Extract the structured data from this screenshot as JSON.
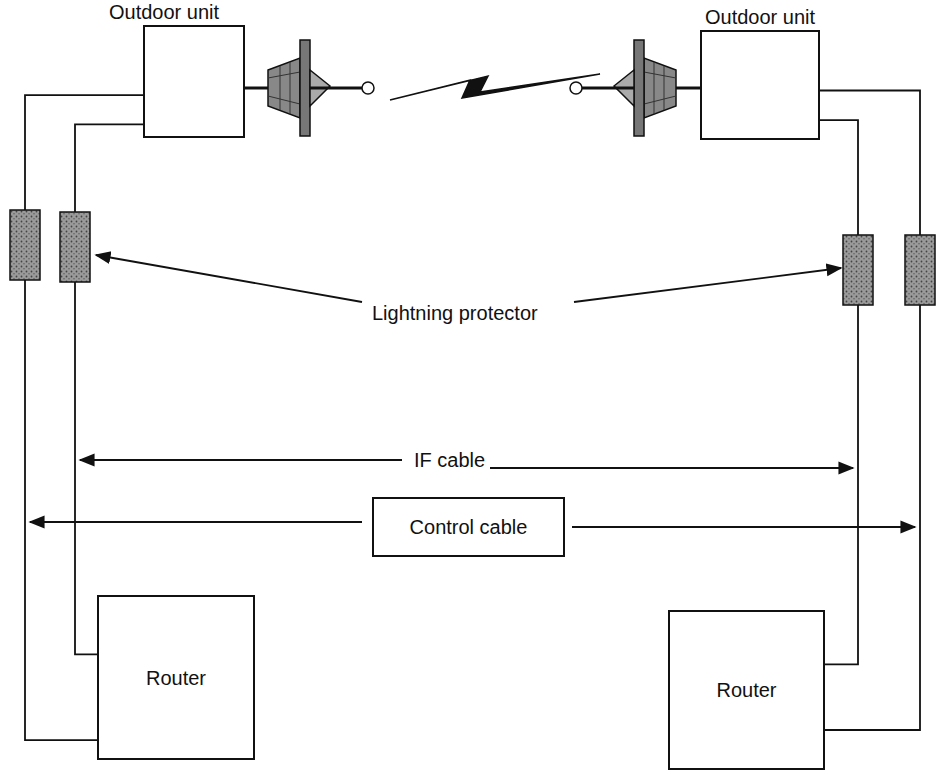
{
  "diagram": {
    "nodes": [
      {
        "text": [
          "Outdoor unit"
        ]
      },
      {
        "text": [
          "Outdoor unit"
        ]
      },
      {
        "text": [
          "Control cable"
        ]
      },
      {
        "text": [
          "Router"
        ]
      },
      {
        "text": [
          "Router"
        ]
      }
    ],
    "edges": [
      {
        "from": 0,
        "to": 3,
        "arrow": "none"
      },
      {
        "from": 0,
        "to": 3,
        "arrow": "none"
      },
      {
        "from": 1,
        "to": 4,
        "arrow": "none"
      },
      {
        "from": 1,
        "to": 4,
        "arrow": "none"
      }
    ],
    "labels": [
      "Lightning protector",
      "IF cable"
    ]
  }
}
